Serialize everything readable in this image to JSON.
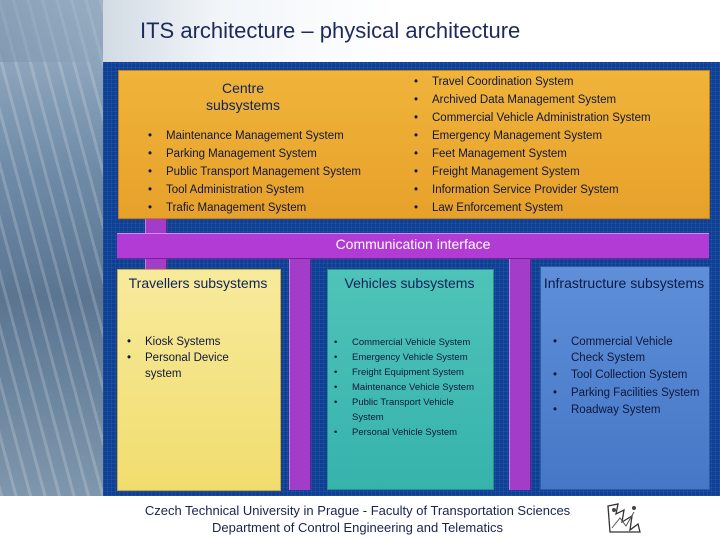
{
  "title": "ITS architecture – physical architecture",
  "centre": {
    "title": "Centre subsystems",
    "left_items": [
      "Maintenance Management System",
      "Parking Management System",
      "Public Transport Management System",
      "Tool Administration System",
      "Trafic Management System"
    ],
    "right_items": [
      "Travel Coordination System",
      "Archived Data Management System",
      "Commercial Vehicle Administration System",
      "Emergency Management System",
      "Feet Management System",
      "Freight Management System",
      "Information Service Provider System",
      "Law Enforcement System"
    ]
  },
  "communication": {
    "label": "Communication interface"
  },
  "travellers": {
    "title": "Travellers subsystems",
    "items": [
      "Kiosk Systems",
      "Personal Device system"
    ]
  },
  "vehicles": {
    "title": "Vehicles subsystems",
    "items": [
      "Commercial Vehicle System",
      "Emergency Vehicle System",
      "Freight Equipment System",
      "Maintenance Vehicle System",
      "Public Transport Vehicle System",
      "Personal Vehicle System"
    ]
  },
  "infrastructure": {
    "title": "Infrastructure subsystems",
    "items": [
      "Commercial Vehicle Check System",
      "Tool Collection System",
      "Parking Facilities System",
      "Roadway System"
    ]
  },
  "footer": {
    "line1": "Czech Technical University in Prague - Faculty of Transportation Sciences",
    "line2": "Department of Control Engineering and Telematics"
  },
  "colors": {
    "centre": "#e7a12b",
    "communication": "#b23bd6",
    "travellers": "#f1dd6e",
    "vehicles": "#36b3ac",
    "infrastructure": "#4477c6",
    "panel": "#0d3f95"
  }
}
